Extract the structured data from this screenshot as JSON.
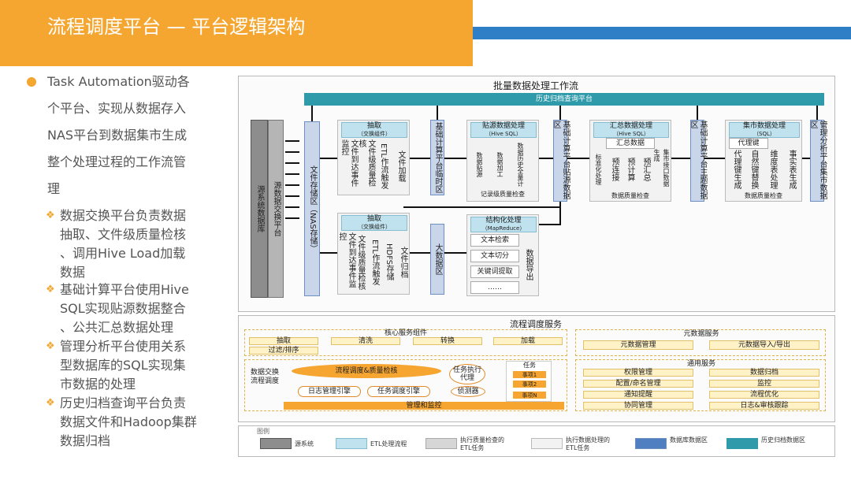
{
  "header": {
    "title": "流程调度平台 — 平台逻辑架构"
  },
  "left": {
    "main_lines": [
      "Task Automation驱动各",
      "个平台、实现从数据存入",
      "NAS平台到数据集市生成",
      "整个处理过程的工作流管",
      "理"
    ],
    "subs": [
      [
        "数据交换平台负责数据",
        "抽取、文件级质量检核",
        "、调用Hive Load加载",
        "数据"
      ],
      [
        "基础计算平台使用Hive",
        "SQL实现贴源数据整合",
        "、公共汇总数据处理"
      ],
      [
        "管理分析平台使用关系",
        "型数据库的SQL实现集",
        "市数据的处理"
      ],
      [
        "历史归档查询平台负责",
        "数据文件和Hadoop集群",
        "数据归档"
      ]
    ]
  },
  "diagram": {
    "top_title": "批量数据处理工作流",
    "history_bar": "历史归档查询平台",
    "source_db": "源系统数据库",
    "source_exchange": "源数据交换平台",
    "file_storage": "文件存储区（NAS存储）",
    "extract1": {
      "title": "抽取",
      "sub": "（交换组件）",
      "cols": [
        "文件到达事件监控",
        "文件级质量检核",
        "ETL作流触发",
        "文件加载"
      ]
    },
    "extract2": {
      "title": "抽取",
      "sub": "（交换组件）",
      "cols": [
        "文件到达事件监控",
        "文件级质量检核",
        "ETL作流触发",
        "HDFS存储",
        "文件归档"
      ]
    },
    "base_zone": "基础计算平台临时区",
    "bigdata_zone": "大数据区",
    "paste": {
      "title": "贴源数据处理",
      "sub": "（Hive SQL）",
      "cols": [
        "数据贴源",
        "数据加工",
        "数据历史全量计"
      ],
      "footer": "记录级质量检查"
    },
    "structured": {
      "title": "结构化处理",
      "sub": "（MapReduce）",
      "items": [
        "文本检索",
        "文本切分",
        "关键词提取",
        "……"
      ],
      "side": "数据导出"
    },
    "paste_zone": "基础计算平台贴源数据区",
    "summary": {
      "title": "汇总数据处理",
      "sub": "（Hive SQL）",
      "inner": "汇总数据",
      "cols": [
        "标准化处理",
        "预连接",
        "预计算",
        "预汇总",
        "集市接口数据生成"
      ],
      "footer": "数据质量检查"
    },
    "theme_zone": "基础计算平台主题数据区",
    "mart": {
      "title": "集市数据处理",
      "sub": "（SQL）",
      "inner": "代理键",
      "cols": [
        "代理键生成",
        "自然键替换",
        "维度表处理",
        "事实表生成"
      ],
      "footer": "数据质量检查"
    },
    "mart_zone": "管理分析平台集市数据区",
    "sched": {
      "title": "流程调度服务",
      "core": "核心服务组件",
      "core_items": [
        "抽取",
        "清洗",
        "转换",
        "加载"
      ],
      "core_item5": "过滤/排序",
      "left_label": "数据交换流程调度",
      "engine": "流程调度&质量检核",
      "log": "日志管理引擎",
      "task_sched": "任务调度引擎",
      "exec": "任务执行代理",
      "listen": "侦测器",
      "task_title": "任务",
      "tasks": [
        "事项1",
        "事项2",
        "事项N"
      ],
      "monitor": "管理和监控",
      "meta_title": "元数据服务",
      "meta_items": [
        "元数据管理",
        "元数据导入/导出"
      ],
      "common_title": "通用服务",
      "common_items": [
        "权限管理",
        "数据归档",
        "配置/命名管理",
        "监控",
        "通知提醒",
        "流程优化",
        "协同管理",
        "日志&审核跟踪"
      ]
    },
    "legend": {
      "title": "图例",
      "items": [
        "源系统",
        "ETL处理流程",
        "执行质量检查的ETL任务",
        "执行数据处理的ETL任务",
        "数据库数据区",
        "历史归档数据区"
      ]
    }
  }
}
